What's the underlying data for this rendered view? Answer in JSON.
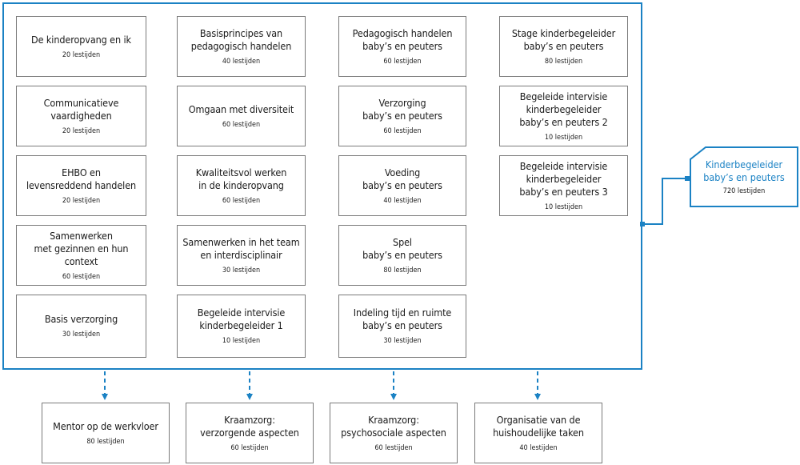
{
  "modules": [
    {
      "title": "De kinderopvang en ik",
      "hours": "20 lestijden"
    },
    {
      "title": "Basisprincipes van\npedagogisch handelen",
      "hours": "40 lestijden"
    },
    {
      "title": "Pedagogisch handelen\nbaby’s en peuters",
      "hours": "60 lestijden"
    },
    {
      "title": "Stage kinderbegeleider\nbaby’s en peuters",
      "hours": "80 lestijden"
    },
    {
      "title": "Communicatieve vaardigheden",
      "hours": "20 lestijden"
    },
    {
      "title": "Omgaan met diversiteit",
      "hours": "60 lestijden"
    },
    {
      "title": "Verzorging\nbaby’s en peuters",
      "hours": "60 lestijden"
    },
    {
      "title": "Begeleide intervisie\nkinderbegeleider\nbaby’s en peuters 2",
      "hours": "10 lestijden"
    },
    {
      "title": "EHBO en\nlevensreddend handelen",
      "hours": "20 lestijden"
    },
    {
      "title": "Kwaliteitsvol werken\nin de kinderopvang",
      "hours": "60 lestijden"
    },
    {
      "title": "Voeding\nbaby’s en peuters",
      "hours": "40 lestijden"
    },
    {
      "title": "Begeleide intervisie\nkinderbegeleider\nbaby’s en peuters 3",
      "hours": "10 lestijden"
    },
    {
      "title": "Samenwerken\nmet gezinnen en hun context",
      "hours": "60 lestijden"
    },
    {
      "title": "Samenwerken in het team\nen interdisciplinair",
      "hours": "30 lestijden"
    },
    {
      "title": "Spel\nbaby’s en peuters",
      "hours": "80 lestijden"
    },
    {
      "title": "Basis verzorging",
      "hours": "30 lestijden"
    },
    {
      "title": "Begeleide intervisie\nkinderbegeleider 1",
      "hours": "10 lestijden"
    },
    {
      "title": "Indeling tijd en ruimte\nbaby’s en peuters",
      "hours": "30 lestijden"
    }
  ],
  "optional_modules": [
    {
      "title": "Mentor op de werkvloer",
      "hours": "80 lestijden"
    },
    {
      "title": "Kraamzorg:\nverzorgende aspecten",
      "hours": "60 lestijden"
    },
    {
      "title": "Kraamzorg:\npsychosociale aspecten",
      "hours": "60 lestijden"
    },
    {
      "title": "Organisatie van de\nhuishoudelijke taken",
      "hours": "40 lestijden"
    }
  ],
  "qualification": {
    "title": "Kinderbegeleider\nbaby’s en peuters",
    "hours": "720 lestijden"
  },
  "colors": {
    "accent": "#1b82c4",
    "box_border": "#7a7a7a"
  }
}
